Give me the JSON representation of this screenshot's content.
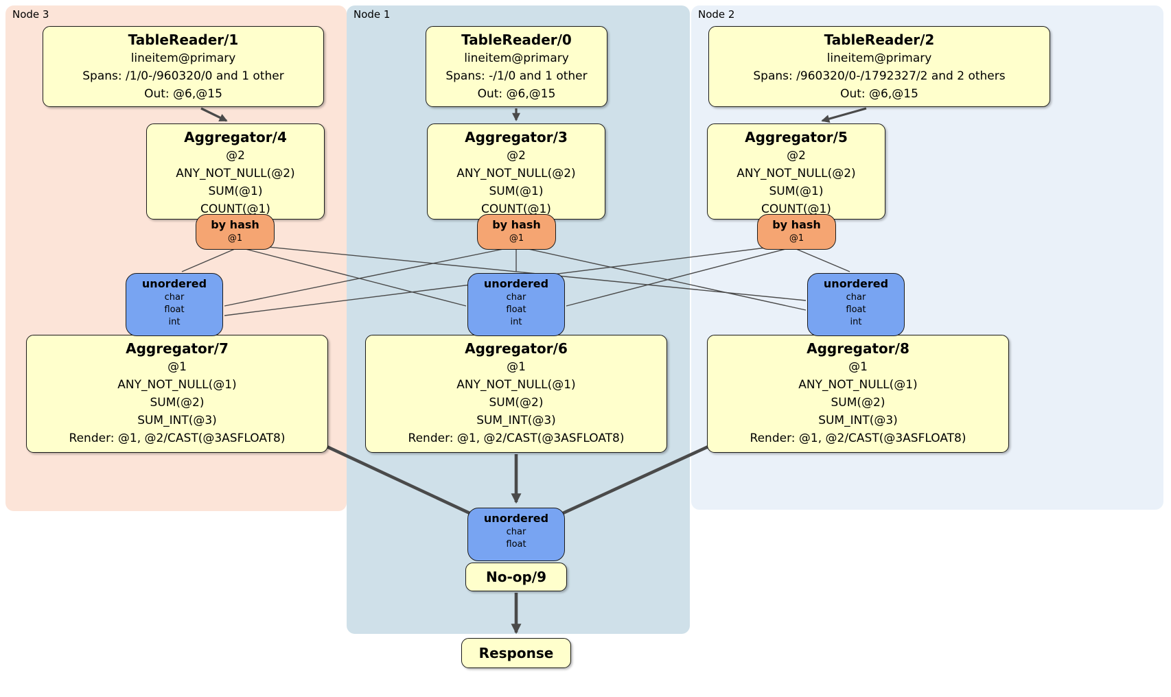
{
  "nodes": {
    "node3": "Node 3",
    "node1": "Node 1",
    "node2": "Node 2"
  },
  "boxes": {
    "tr1": {
      "title": "TableReader/1",
      "lines": [
        "lineitem@primary",
        "Spans: /1/0-/960320/0 and 1 other",
        "Out: @6,@15"
      ]
    },
    "tr0": {
      "title": "TableReader/0",
      "lines": [
        "lineitem@primary",
        "Spans: -/1/0 and 1 other",
        "Out: @6,@15"
      ]
    },
    "tr2": {
      "title": "TableReader/2",
      "lines": [
        "lineitem@primary",
        "Spans: /960320/0-/1792327/2 and 2 others",
        "Out: @6,@15"
      ]
    },
    "agg4": {
      "title": "Aggregator/4",
      "lines": [
        "@2",
        "ANY_NOT_NULL(@2)",
        "SUM(@1)",
        "COUNT(@1)"
      ]
    },
    "agg3": {
      "title": "Aggregator/3",
      "lines": [
        "@2",
        "ANY_NOT_NULL(@2)",
        "SUM(@1)",
        "COUNT(@1)"
      ]
    },
    "agg5": {
      "title": "Aggregator/5",
      "lines": [
        "@2",
        "ANY_NOT_NULL(@2)",
        "SUM(@1)",
        "COUNT(@1)"
      ]
    },
    "byhash4": {
      "title": "by hash",
      "key": "@1"
    },
    "byhash3": {
      "title": "by hash",
      "key": "@1"
    },
    "byhash5": {
      "title": "by hash",
      "key": "@1"
    },
    "sync7": {
      "title": "unordered",
      "streams": [
        "char",
        "float",
        "int"
      ]
    },
    "sync6": {
      "title": "unordered",
      "streams": [
        "char",
        "float",
        "int"
      ]
    },
    "sync8": {
      "title": "unordered",
      "streams": [
        "char",
        "float",
        "int"
      ]
    },
    "agg7": {
      "title": "Aggregator/7",
      "lines": [
        "@1",
        "ANY_NOT_NULL(@1)",
        "SUM(@2)",
        "SUM_INT(@3)",
        "Render: @1, @2/CAST(@3ASFLOAT8)"
      ]
    },
    "agg6": {
      "title": "Aggregator/6",
      "lines": [
        "@1",
        "ANY_NOT_NULL(@1)",
        "SUM(@2)",
        "SUM_INT(@3)",
        "Render: @1, @2/CAST(@3ASFLOAT8)"
      ]
    },
    "agg8": {
      "title": "Aggregator/8",
      "lines": [
        "@1",
        "ANY_NOT_NULL(@1)",
        "SUM(@2)",
        "SUM_INT(@3)",
        "Render: @1, @2/CAST(@3ASFLOAT8)"
      ]
    },
    "finalsync": {
      "title": "unordered",
      "streams": [
        "char",
        "float"
      ]
    },
    "noop": {
      "title": "No-op/9"
    },
    "response": {
      "title": "Response"
    }
  },
  "colors": {
    "node3_bg": "#fce4d8",
    "node1_bg": "#cfe0e9",
    "node2_bg": "#eaf1f9",
    "operator_bg": "#ffffcc",
    "router_bg": "#f5a572",
    "sync_bg": "#78a4f2",
    "edge": "#4a4a4a"
  }
}
